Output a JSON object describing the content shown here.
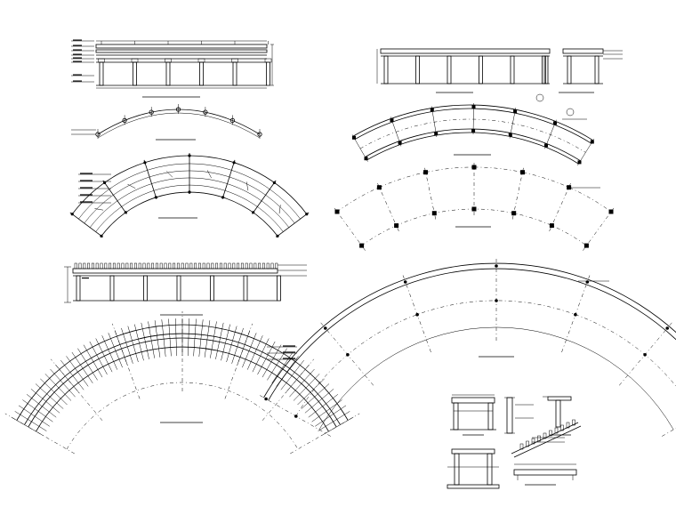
{
  "drawing": {
    "views": [
      {
        "id": "upper-left-elevation",
        "title": "",
        "scale": ""
      },
      {
        "id": "upper-left-section",
        "title": "",
        "scale": ""
      },
      {
        "id": "upper-left-plan",
        "title": "",
        "scale": ""
      },
      {
        "id": "middle-left-elevation",
        "title": "",
        "scale": ""
      },
      {
        "id": "lower-left-roof-plan",
        "title": "",
        "scale": ""
      },
      {
        "id": "right-elevation",
        "title": "",
        "scale": ""
      },
      {
        "id": "right-side-elevation",
        "title": "",
        "scale": ""
      },
      {
        "id": "right-beam-plan",
        "title": "",
        "scale": ""
      },
      {
        "id": "right-column-plan",
        "title": "",
        "scale": ""
      },
      {
        "id": "right-foundation-plan",
        "title": "",
        "scale": ""
      },
      {
        "id": "detail-sheet",
        "title": "",
        "scale": ""
      }
    ]
  }
}
